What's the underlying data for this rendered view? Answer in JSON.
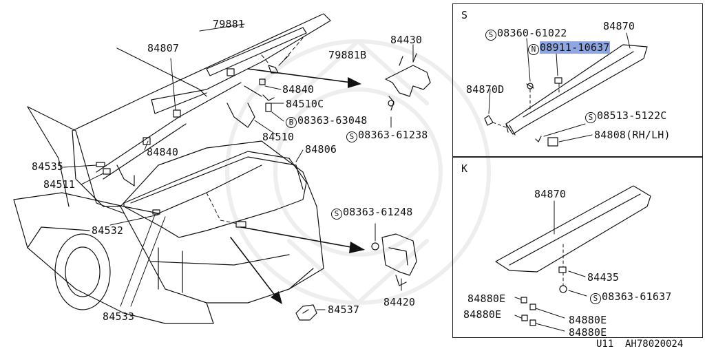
{
  "panels": {
    "s": {
      "letter": "S",
      "labels": {
        "p1_code": "S",
        "p1_text": "08360-61022",
        "p2_text": "84870",
        "p3_code": "N",
        "p3_text": "08911-10637",
        "p4_text": "84870D",
        "p5_code": "S",
        "p5_text": "08513-5122C",
        "p6_text": "84808(RH/LH)"
      }
    },
    "k": {
      "letter": "K",
      "labels": {
        "p1_text": "84870",
        "p2_text": "84435",
        "p3_code": "S",
        "p3_text": "08363-61637",
        "p4_text": "84880E",
        "p5_text": "84880E",
        "p6_text": "84880E",
        "p7_text": "84880E"
      }
    }
  },
  "main": {
    "labels": {
      "l79881": "79881",
      "l84807": "84807",
      "l79881b": "79881B",
      "l84430": "84430",
      "l84840a": "84840",
      "l84510c": "84510C",
      "l08363_63048_code": "B",
      "l08363_63048": "08363-63048",
      "l84510": "84510",
      "l08363_61238_code": "S",
      "l08363_61238": "08363-61238",
      "l84840b": "84840",
      "l84806": "84806",
      "l84535": "84535",
      "l84511": "84511",
      "l08363_61248_code": "S",
      "l08363_61248": "08363-61248",
      "l84532": "84532",
      "l84420": "84420",
      "l84533": "84533",
      "l84537": "84537"
    }
  },
  "footer": {
    "left": "U11",
    "right": "AH78020024"
  },
  "colors": {
    "highlight": "#8fa6e0",
    "line": "#111111"
  }
}
